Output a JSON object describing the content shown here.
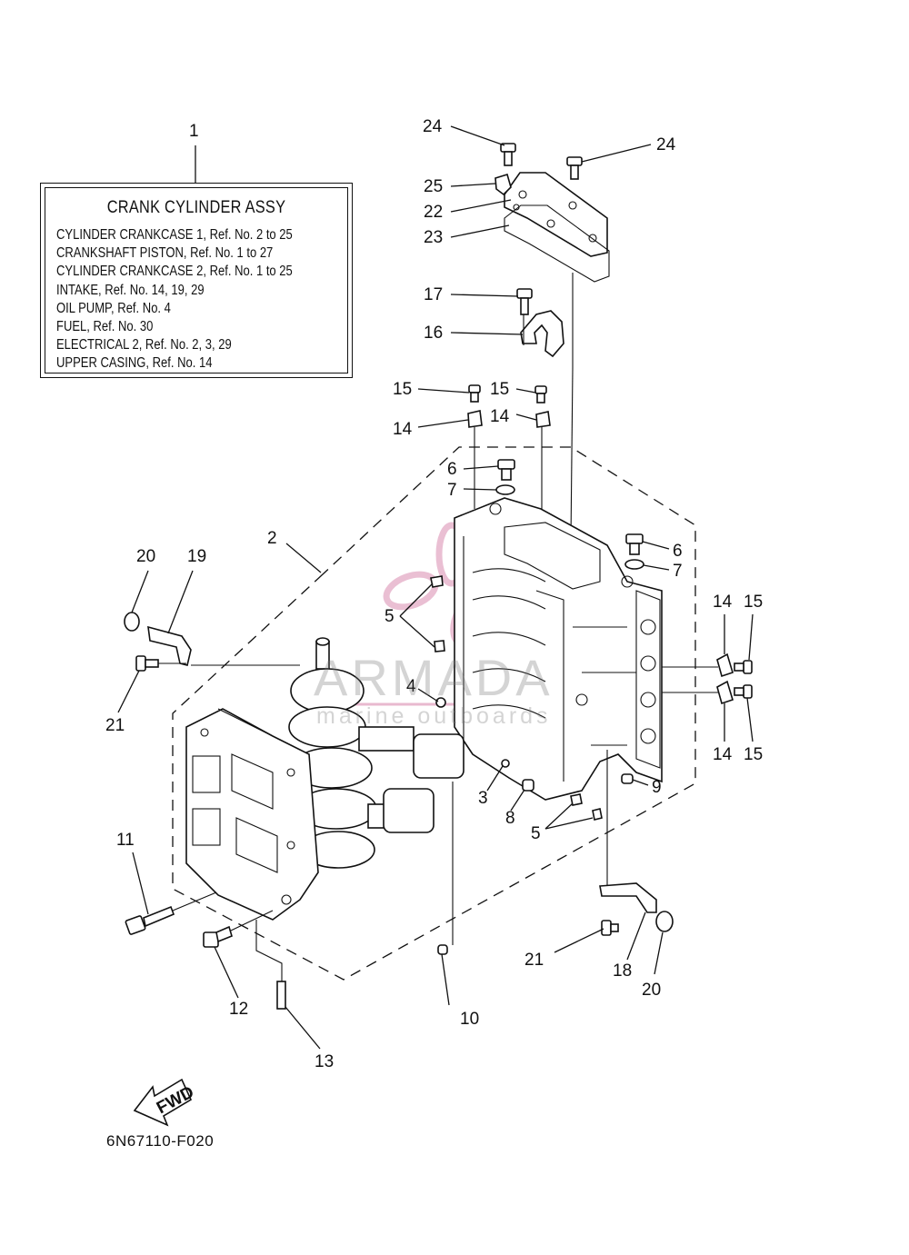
{
  "assy_box": {
    "title": "CRANK CYLINDER ASSY",
    "lines": [
      "CYLINDER CRANKCASE 1,  Ref. No. 2 to 25",
      "CRANKSHAFT PISTON,  Ref. No. 1 to 27",
      "CYLINDER CRANKCASE 2,  Ref. No. 1 to 25",
      "INTAKE,  Ref. No. 14, 19, 29",
      "OIL PUMP,  Ref. No. 4",
      "FUEL,  Ref. No. 30",
      "ELECTRICAL 2,  Ref. No. 2, 3, 29",
      "UPPER CASING,  Ref. No. 14"
    ]
  },
  "diagram_code": "6N67110-F020",
  "fwd_label": "FWD",
  "watermark": {
    "title": "ARMADA",
    "subtitle": "marine outboards",
    "accent": "#d98bb0"
  },
  "callouts": {
    "c1": "1",
    "c2": "2",
    "c3": "3",
    "c4": "4",
    "c5a": "5",
    "c5b": "5",
    "c6a": "6",
    "c6b": "6",
    "c7a": "7",
    "c7b": "7",
    "c8": "8",
    "c9": "9",
    "c10": "10",
    "c11": "11",
    "c12": "12",
    "c13": "13",
    "c14a": "14",
    "c14b": "14",
    "c14c": "14",
    "c14d": "14",
    "c15a": "15",
    "c15b": "15",
    "c15c": "15",
    "c15d": "15",
    "c16": "16",
    "c17": "17",
    "c18": "18",
    "c19": "19",
    "c20a": "20",
    "c20b": "20",
    "c21a": "21",
    "c21b": "21",
    "c22": "22",
    "c23": "23",
    "c24a": "24",
    "c24b": "24",
    "c25": "25"
  }
}
